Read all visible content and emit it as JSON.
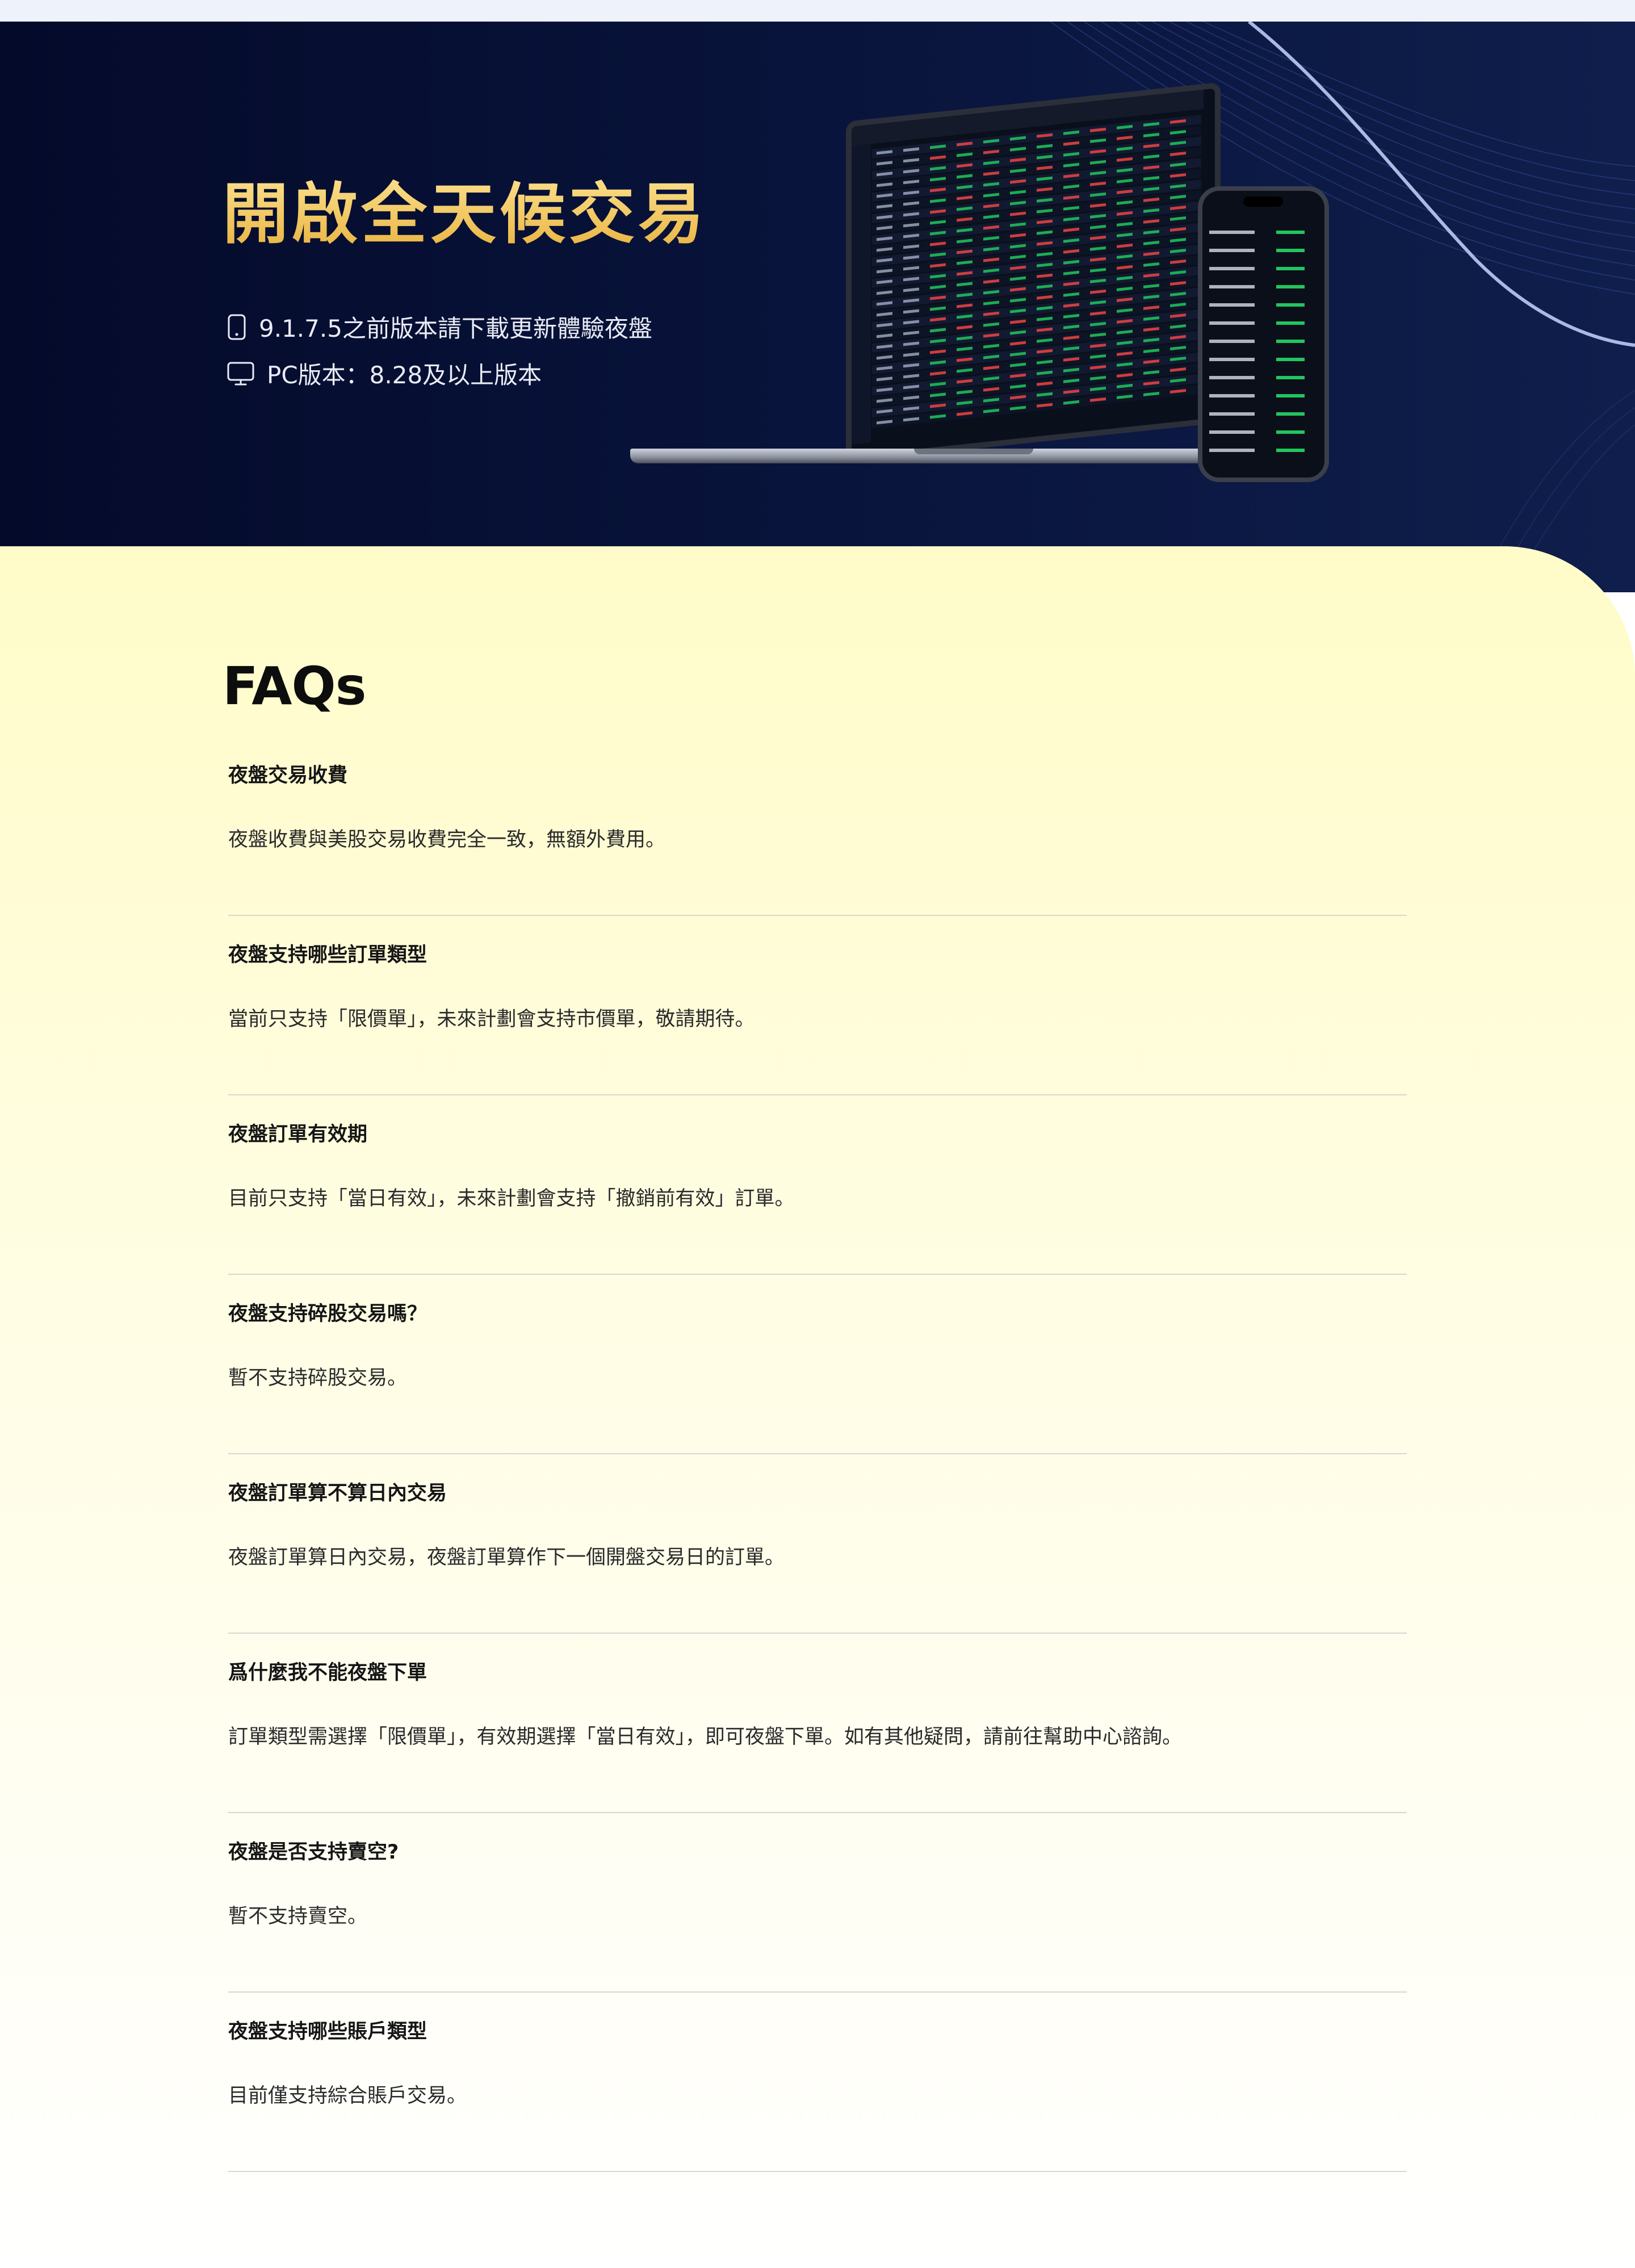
{
  "hero": {
    "title": "開啟全天候交易",
    "notes": [
      {
        "icon": "mobile-phone-icon",
        "text": "9.1.7.5之前版本請下載更新體驗夜盤"
      },
      {
        "icon": "desktop-monitor-icon",
        "text": "PC版本：8.28及以上版本"
      }
    ],
    "image": "laptop-and-phone-trading-screens"
  },
  "faq": {
    "title": "FAQs",
    "items": [
      {
        "question": "夜盤交易收費",
        "answer": "夜盤收費與美股交易收費完全一致，無額外費用。"
      },
      {
        "question": "夜盤支持哪些訂單類型",
        "answer": "當前只支持「限價單」，未來計劃會支持市價單，敬請期待。"
      },
      {
        "question": "夜盤訂單有效期",
        "answer": "目前只支持「當日有效」，未來計劃會支持「撤銷前有效」訂單。"
      },
      {
        "question": "夜盤支持碎股交易嗎？",
        "answer": "暫不支持碎股交易。"
      },
      {
        "question": "夜盤訂單算不算日內交易",
        "answer": "夜盤訂單算日內交易，夜盤訂單算作下一個開盤交易日的訂單。"
      },
      {
        "question": "爲什麼我不能夜盤下單",
        "answer": "訂單類型需選擇「限價單」，有效期選擇「當日有效」，即可夜盤下單。如有其他疑問，請前往幫助中心諮詢。"
      },
      {
        "question": "夜盤是否支持賣空?",
        "answer": "暫不支持賣空。"
      },
      {
        "question": "夜盤支持哪些賬戶類型",
        "answer": "目前僅支持綜合賬戶交易。"
      }
    ]
  },
  "colors": {
    "hero_bg": "#06102f",
    "title_gold": "#f2c75c",
    "faq_bg_top": "#fffcc9",
    "divider": "#d7d7d3"
  }
}
